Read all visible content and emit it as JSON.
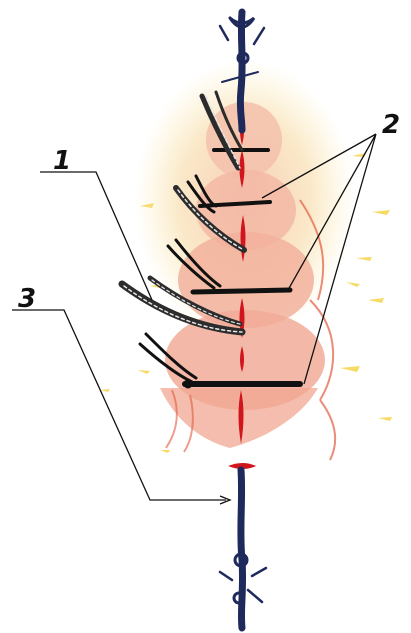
{
  "figure": {
    "callouts": [
      {
        "id": "1",
        "label": "1"
      },
      {
        "id": "2",
        "label": "2"
      },
      {
        "id": "3",
        "label": "3"
      }
    ],
    "colors": {
      "background": "#ffffff",
      "ink": "#111111",
      "wound_red": "#d0151c",
      "tissue_pink": "#f3b3a4",
      "fat_yellow": "#f6d44a",
      "suture_blue": "#1f2a5c"
    }
  }
}
